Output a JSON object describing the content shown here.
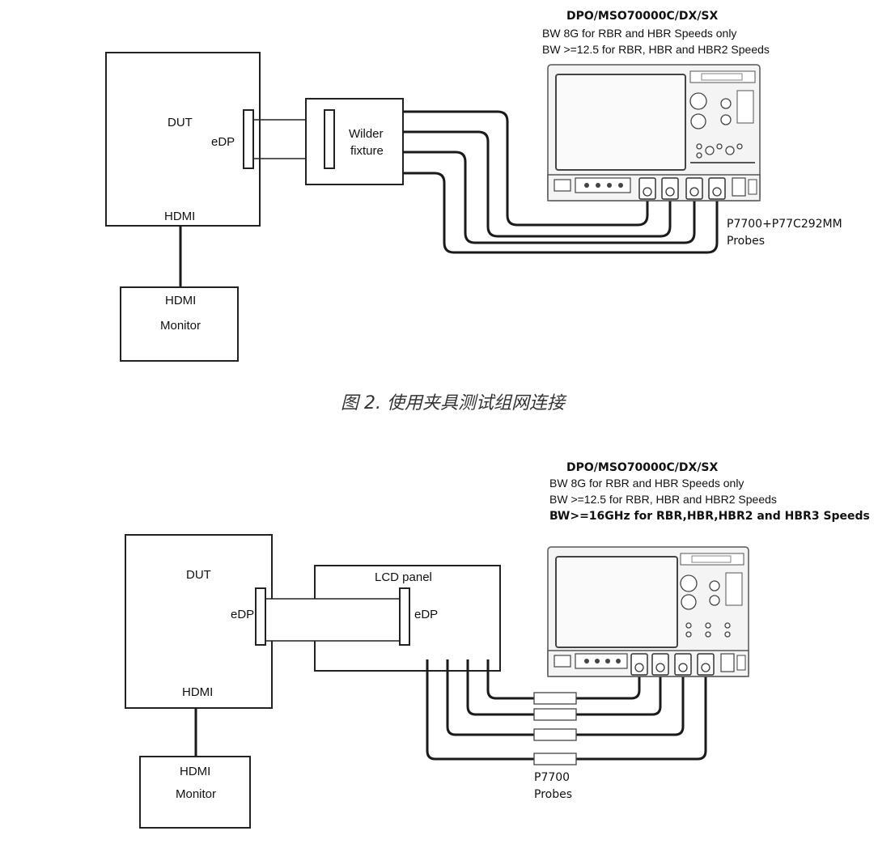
{
  "figure1": {
    "scope_title": "DPO/MSO70000C/DX/SX",
    "scope_notes": [
      "BW 8G for RBR and HBR Speeds only",
      "BW >=12.5 for RBR, HBR and HBR2 Speeds"
    ],
    "dut_label": "DUT",
    "edp_label": "eDP",
    "hdmi_label": "HDMI",
    "fixture_label": [
      "Wilder",
      "fixture"
    ],
    "monitor_labels": [
      "HDMI",
      "Monitor"
    ],
    "probes_label": [
      "P7700+P77C292MM",
      "Probes"
    ]
  },
  "caption": "图 2. 使用夹具测试组网连接",
  "figure2": {
    "scope_title": "DPO/MSO70000C/DX/SX",
    "scope_notes": [
      "BW 8G for RBR and HBR Speeds only",
      "BW >=12.5 for RBR, HBR and HBR2 Speeds"
    ],
    "scope_note_bold": "BW>=16GHz for RBR,HBR,HBR2 and HBR3 Speeds",
    "dut_label": "DUT",
    "edp_left_label": "eDP",
    "edp_right_label": "eDP",
    "lcd_label": "LCD panel",
    "hdmi_label": "HDMI",
    "monitor_labels": [
      "HDMI",
      "Monitor"
    ],
    "probes_label": [
      "P7700",
      "Probes"
    ]
  }
}
